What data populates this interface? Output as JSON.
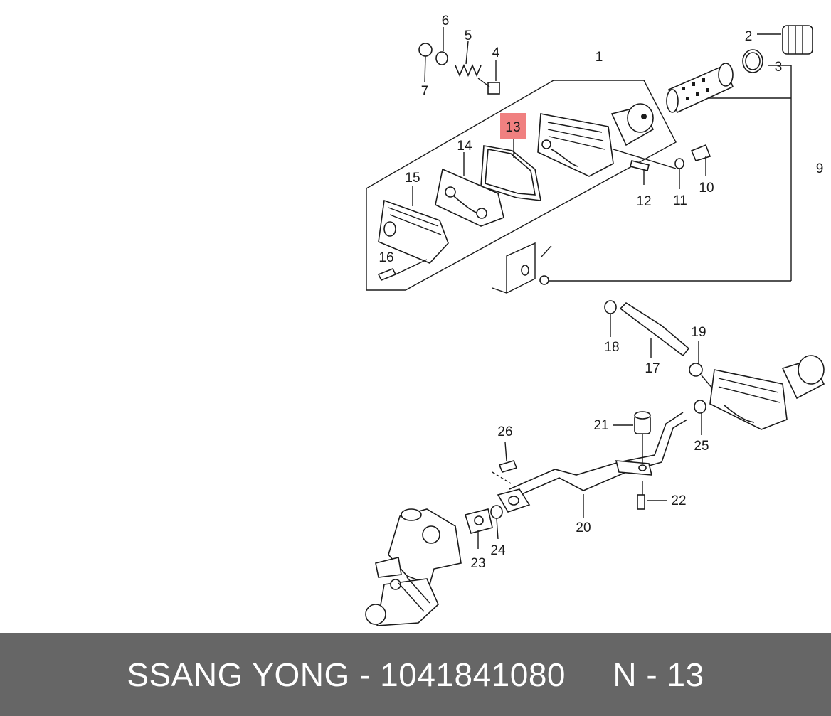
{
  "diagram": {
    "callouts": [
      "1",
      "2",
      "3",
      "4",
      "5",
      "6",
      "7",
      "9",
      "10",
      "11",
      "12",
      "13",
      "14",
      "15",
      "16",
      "17",
      "18",
      "19",
      "20",
      "21",
      "22",
      "23",
      "24",
      "25",
      "26"
    ],
    "highlighted": "13",
    "highlight_color": "#f08080"
  },
  "footer": {
    "brand": "SSANG YONG",
    "separator": " - ",
    "part_number": "1041841080",
    "spacer": "     ",
    "position": "N - 13"
  }
}
